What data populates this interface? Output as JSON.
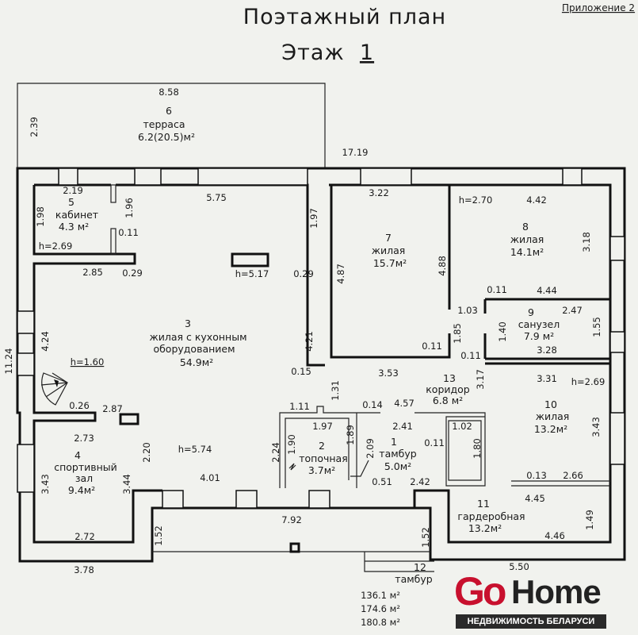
{
  "header": {
    "title": "Поэтажный план",
    "floor_label": "Этаж",
    "floor_number": "1",
    "appendix": "Приложение 2"
  },
  "rooms": {
    "terrace": {
      "number": "6",
      "name": "терраса",
      "area": "6.2(20.5)м²"
    },
    "r5": {
      "number": "5",
      "name": "кабинет",
      "area": "4.3 м²"
    },
    "r3": {
      "number": "3",
      "name": "жилая с кухонным",
      "name2": "оборудованием",
      "area": "54.9м²"
    },
    "r7": {
      "number": "7",
      "name": "жилая",
      "area": "15.7м²"
    },
    "r8": {
      "number": "8",
      "name": "жилая",
      "area": "14.1м²"
    },
    "r9": {
      "number": "9",
      "name": "санузел",
      "area": "7.9 м²"
    },
    "r13": {
      "number": "13",
      "name": "коридор",
      "area": "6.8 м²"
    },
    "r10": {
      "number": "10",
      "name": "жилая",
      "area": "13.2м²"
    },
    "r4": {
      "number": "4",
      "name": "спортивный",
      "name2": "зал",
      "area": "9.4м²"
    },
    "r2": {
      "number": "2",
      "name": "топочная",
      "area": "3.7м²"
    },
    "r1": {
      "number": "1",
      "name": "тамбур",
      "area": "5.0м²"
    },
    "r11": {
      "number": "11",
      "name": "гардеробная",
      "area": "13.2м²"
    },
    "r12": {
      "number": "12",
      "name": "тамбур"
    }
  },
  "heights": [
    "h=2.69",
    "h=5.17",
    "h=1.60",
    "h=2.70",
    "h=2.69",
    "h=5.74"
  ],
  "dims": [
    "8.58",
    "2.39",
    "17.19",
    "2.19",
    "1.98",
    "1.96",
    "0.11",
    "5.75",
    "1.97",
    "2.85",
    "0.29",
    "0.29",
    "4.24",
    "11.24",
    "4.21",
    "0.15",
    "1.31",
    "3.22",
    "4.87",
    "4.88",
    "3.53",
    "4.42",
    "3.18",
    "0.11",
    "4.44",
    "1.03",
    "2.47",
    "3.28",
    "1.40",
    "1.55",
    "1.85",
    "0.11",
    "0.11",
    "3.17",
    "3.31",
    "1.11",
    "0.14",
    "4.57",
    "3.43",
    "2.87",
    "0.26",
    "2.73",
    "2.20",
    "2.24",
    "1.97",
    "1.90",
    "1.89",
    "2.09",
    "2.41",
    "1.02",
    "1.80",
    "0.11",
    "3.43",
    "3.44",
    "4.01",
    "0.51",
    "2.42",
    "0.13",
    "2.66",
    "4.45",
    "1.49",
    "7.92",
    "1.52",
    "1.52",
    "2.72",
    "4.46",
    "3.78",
    "5.50"
  ],
  "totals": [
    "136.1 м²",
    "174.6 м²",
    "180.8 м²"
  ],
  "logo": {
    "go": "Go",
    "home": "Home",
    "tagline": "НЕДВИЖИМОСТЬ БЕЛАРУСИ"
  }
}
